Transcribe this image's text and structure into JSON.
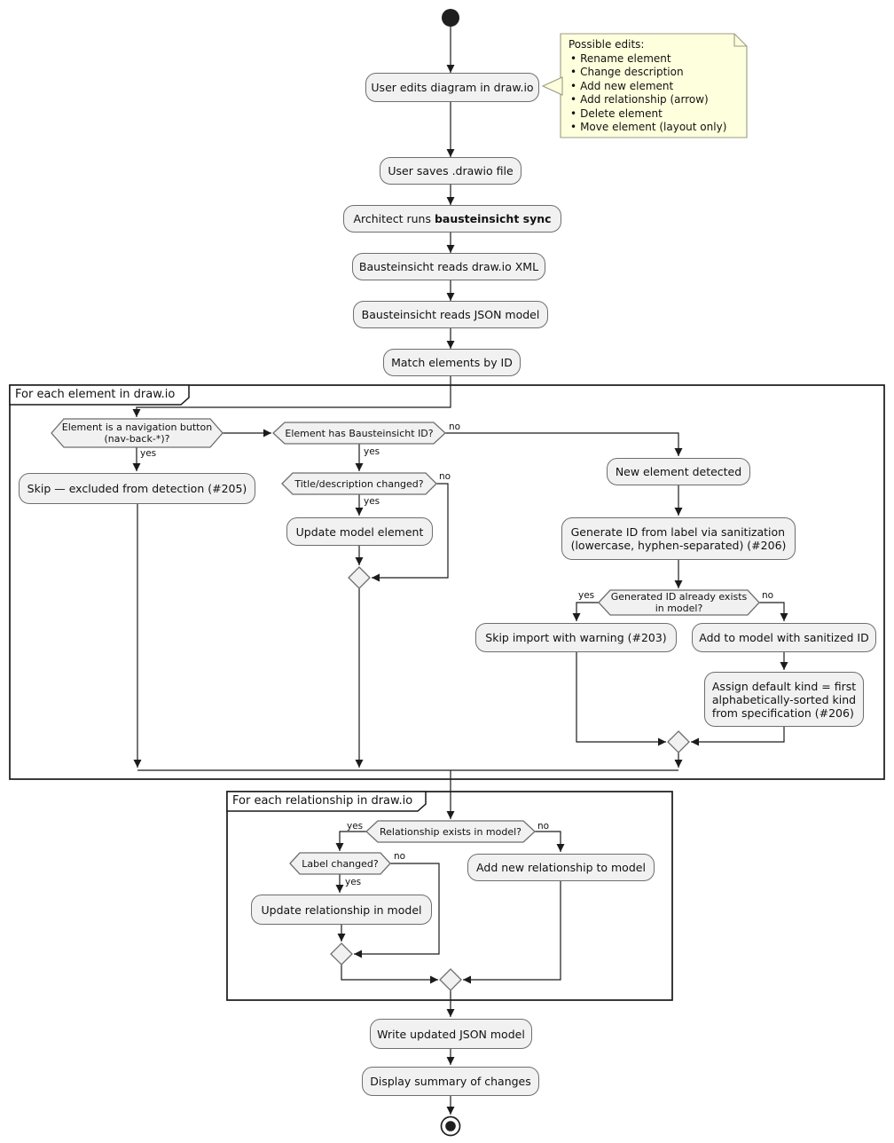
{
  "note": {
    "title": "Possible edits:",
    "bullet": "•",
    "items": [
      "Rename element",
      "Change description",
      "Add new element",
      "Add relationship (arrow)",
      "Delete element",
      "Move element (layout only)"
    ]
  },
  "activities": {
    "user_edits": "User edits diagram in draw.io",
    "user_saves": "User saves .drawio file",
    "run_sync_prefix": "Architect runs ",
    "run_sync_command": "bausteinsicht sync",
    "reads_xml": "Bausteinsicht reads draw.io XML",
    "reads_json": "Bausteinsicht reads JSON model",
    "match_ids": "Match elements by ID",
    "skip_excluded": "Skip — excluded from detection (#205)",
    "update_model": "Update model element",
    "new_element": "New element detected",
    "generate_id": "Generate ID from label via sanitization\n(lowercase, hyphen-separated) (#206)",
    "skip_import": "Skip import with warning (#203)",
    "add_to_model": "Add to model with sanitized ID",
    "assign_kind": "Assign default kind = first\nalphabetically-sorted kind\nfrom specification (#206)",
    "update_relationship": "Update relationship in model",
    "add_relationship": "Add new relationship to model",
    "write_json": "Write updated JSON model",
    "display_summary": "Display summary of changes"
  },
  "decisions": {
    "nav_button": "Element is a navigation button\n(nav-back-*)?",
    "has_id": "Element has Bausteinsicht ID?",
    "title_changed": "Title/description changed?",
    "id_exists": "Generated ID already exists\nin model?",
    "rel_exists": "Relationship exists in model?",
    "label_changed": "Label changed?"
  },
  "partitions": {
    "elements": "For each element in draw.io",
    "relationships": "For each relationship in draw.io"
  },
  "branch_labels": {
    "yes": "yes",
    "no": "no"
  }
}
